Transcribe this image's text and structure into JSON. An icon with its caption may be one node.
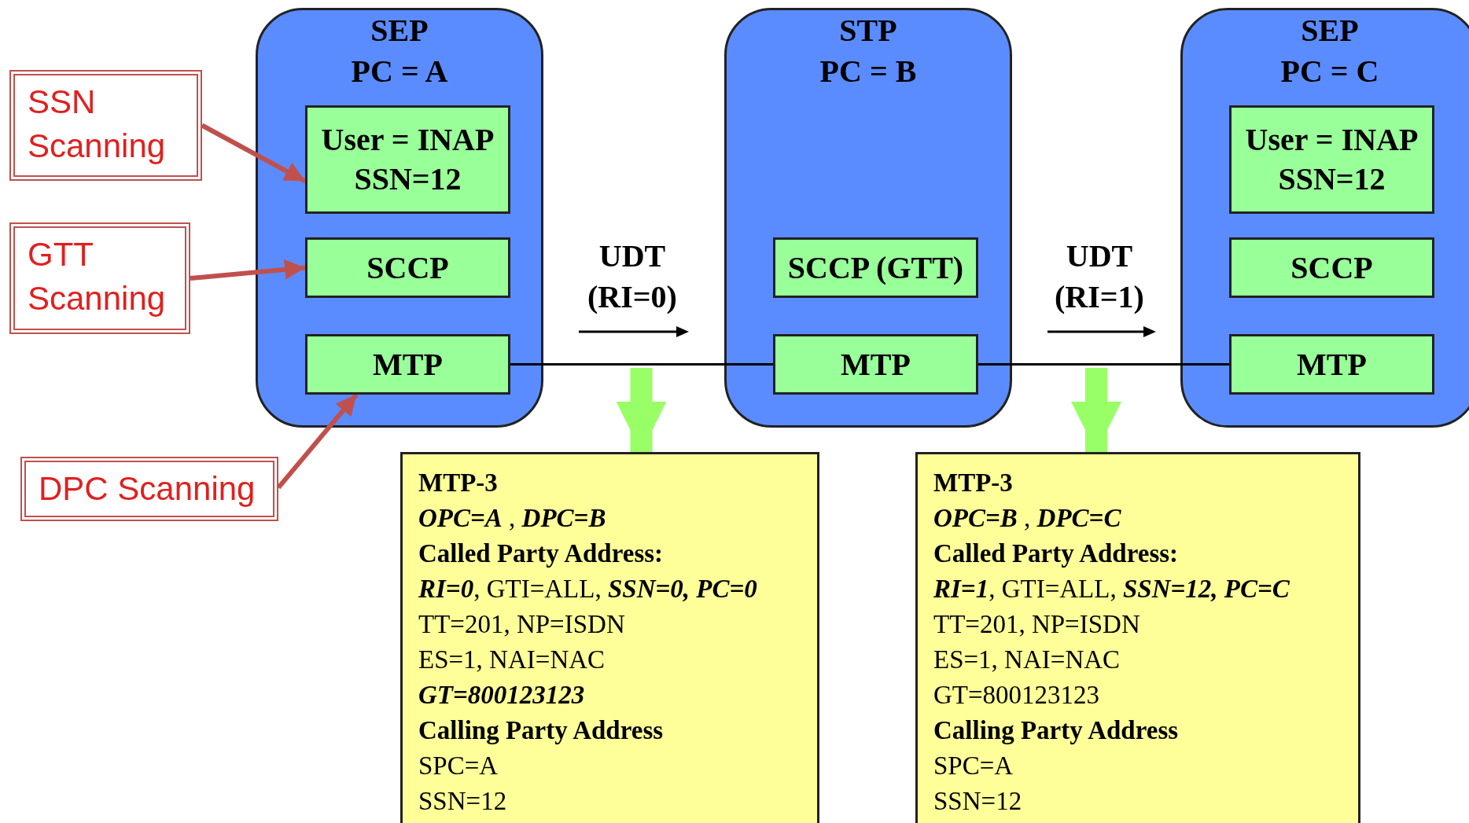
{
  "diagram": {
    "nodes": [
      {
        "text": [
          "SEP",
          "PC = A"
        ]
      },
      {
        "text": [
          "User = INAP SSN=12"
        ],
        "in": 0
      },
      {
        "text": [
          "SCCP"
        ],
        "in": 0
      },
      {
        "text": [
          "MTP"
        ],
        "in": 0
      },
      {
        "text": [
          "STP",
          "PC = B"
        ]
      },
      {
        "text": [
          "SCCP (GTT)"
        ],
        "in": 4
      },
      {
        "text": [
          "MTP"
        ],
        "in": 4
      },
      {
        "text": [
          "SEP",
          "PC = C"
        ]
      },
      {
        "text": [
          "User = INAP SSN=12"
        ],
        "in": 7
      },
      {
        "text": [
          "SCCP"
        ],
        "in": 7
      },
      {
        "text": [
          "MTP"
        ],
        "in": 7
      },
      {
        "text": [
          "SSN Scanning"
        ]
      },
      {
        "text": [
          "GTT Scanning"
        ]
      },
      {
        "text": [
          "DPC Scanning"
        ]
      },
      {
        "text": [
          "MTP-3",
          "*OPC=A* , *DPC=B*",
          "Called Party Address:",
          "*RI=0*, GTI=ALL, *SSN=0, PC=0*",
          "TT=201, NP=ISDN",
          "ES=1, NAI=NAC",
          "GT=800123123",
          "Calling Party Address",
          "SPC=A",
          "SSN=12"
        ]
      },
      {
        "text": [
          "MTP-3",
          "*OPC=B* , *DPC=C*",
          "Called Party Address:",
          "*RI=1*, GTI=ALL, *SSN=12, PC=C*",
          "TT=201, NP=ISDN",
          "ES=1, NAI=NAC",
          "GT=800123123",
          "Calling Party Address",
          "SPC=A",
          "SSN=12"
        ]
      }
    ],
    "edges": [
      {
        "from": 11,
        "to": 1,
        "arrow": "to"
      },
      {
        "from": 12,
        "to": 2,
        "arrow": "to"
      },
      {
        "from": 13,
        "to": 3,
        "arrow": "to"
      },
      {
        "from": 3,
        "to": 6,
        "arrow": "none",
        "label": "UDT (RI=0)",
        "color": "#000000"
      },
      {
        "from": 6,
        "to": 10,
        "arrow": "none",
        "label": "UDT (RI=1)",
        "color": "#000000"
      },
      {
        "from": null,
        "to": 14,
        "arrow": "to",
        "style": "thick",
        "color": "#99ff66"
      },
      {
        "from": null,
        "to": 15,
        "arrow": "to",
        "style": "thick",
        "color": "#99ff66"
      }
    ]
  }
}
